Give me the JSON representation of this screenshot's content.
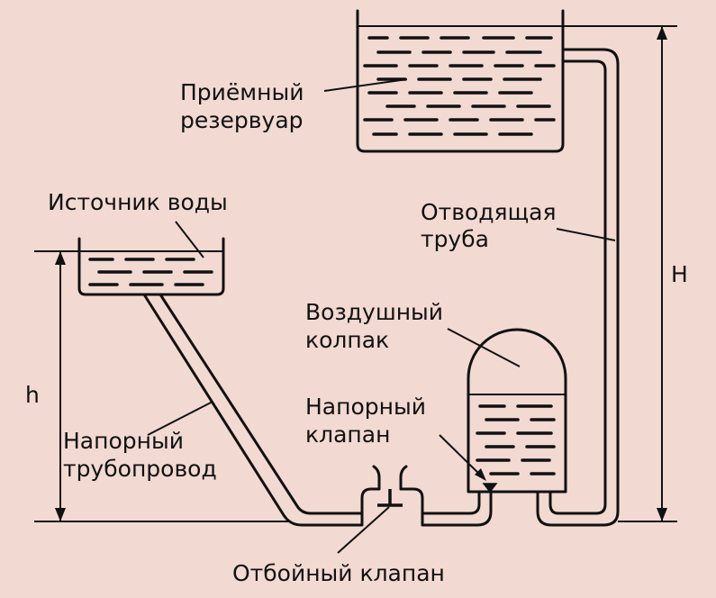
{
  "labels": {
    "receiving_tank": [
      "Приёмный",
      "резервуар"
    ],
    "water_source": "Источник воды",
    "outlet_pipe": [
      "Отводящая",
      "труба"
    ],
    "air_cap": [
      "Воздушный",
      "колпак"
    ],
    "pressure_valve": [
      "Напорный",
      "клапан"
    ],
    "pressure_pipeline": [
      "Напорный",
      "трубопровод"
    ],
    "waste_valve": "Отбойный клапан",
    "height_small": "h",
    "height_large": "H"
  },
  "colors": {
    "background": "#f2d9d2",
    "line": "#111111"
  }
}
